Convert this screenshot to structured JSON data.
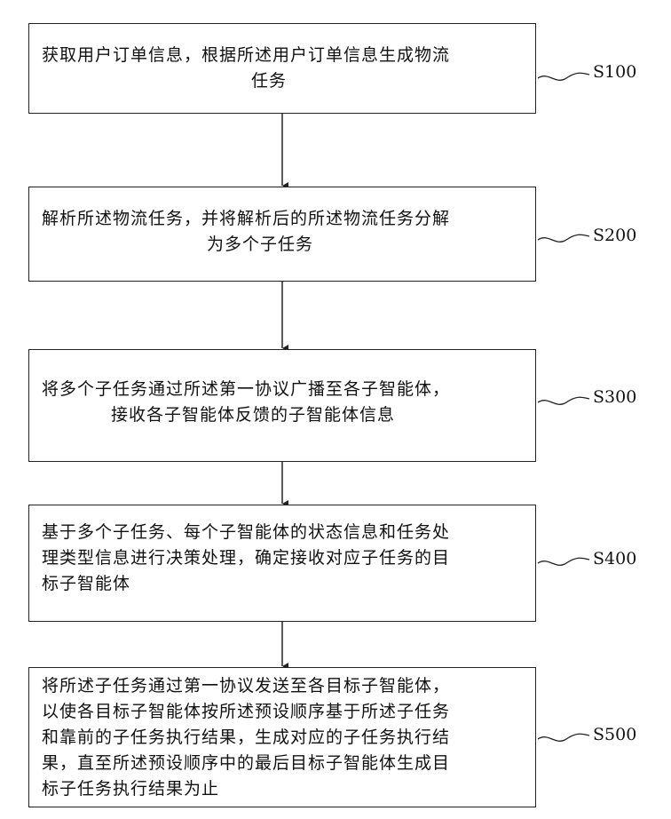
{
  "steps": [
    {
      "id": "S100",
      "lines": [
        "获取用户订单信息，根据所述用户订单信息生成物流",
        "任务"
      ]
    },
    {
      "id": "S200",
      "lines": [
        "解析所述物流任务，并将解析后的所述物流任务分解",
        "为多个子任务"
      ]
    },
    {
      "id": "S300",
      "lines": [
        "将多个子任务通过所述第一协议广播至各子智能体，",
        "接收各子智能体反馈的子智能体信息"
      ]
    },
    {
      "id": "S400",
      "lines": [
        "基于多个子任务、每个子智能体的状态信息和任务处",
        "理类型信息进行决策处理，确定接收对应子任务的目",
        "标子智能体"
      ]
    },
    {
      "id": "S500",
      "lines": [
        "将所述子任务通过第一协议发送至各目标子智能体，",
        "以使各目标子智能体按所述预设顺序基于所述子任务",
        "和靠前的子任务执行结果，生成对应的子任务执行结",
        "果，直至所述预设顺序中的最后目标子智能体生成目",
        "标子任务执行结果为止"
      ]
    }
  ]
}
